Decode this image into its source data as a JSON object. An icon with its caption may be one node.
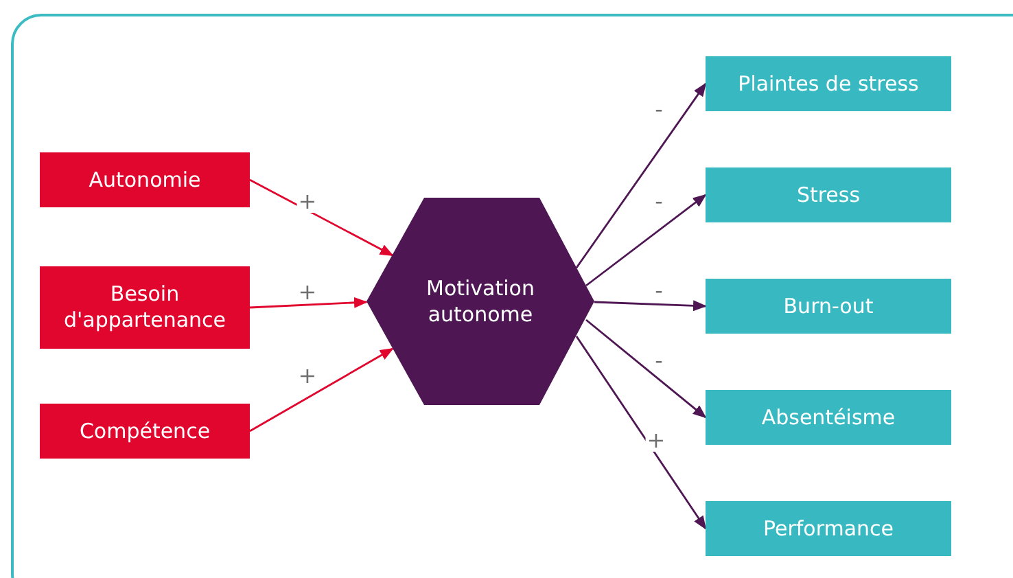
{
  "diagram": {
    "nodes": [
      {
        "text": [
          "Autonomie"
        ]
      },
      {
        "text": [
          "Besoin d'appartenance"
        ]
      },
      {
        "text": [
          "Compétence"
        ]
      },
      {
        "text": [
          "Motivation autonome"
        ]
      },
      {
        "text": [
          "Plaintes de stress"
        ]
      },
      {
        "text": [
          "Stress"
        ]
      },
      {
        "text": [
          "Burn-out"
        ]
      },
      {
        "text": [
          "Absentéisme"
        ]
      },
      {
        "text": [
          "Performance"
        ]
      }
    ],
    "edges": [
      {
        "from": 0,
        "to": 3,
        "arrow": "to",
        "label": "+",
        "color": "#e0062e"
      },
      {
        "from": 1,
        "to": 3,
        "arrow": "to",
        "label": "+",
        "color": "#e0062e"
      },
      {
        "from": 2,
        "to": 3,
        "arrow": "to",
        "label": "+",
        "color": "#e0062e"
      },
      {
        "from": 3,
        "to": 4,
        "arrow": "to",
        "label": "-"
      },
      {
        "from": 3,
        "to": 5,
        "arrow": "to",
        "label": "-"
      },
      {
        "from": 3,
        "to": 6,
        "arrow": "to",
        "label": "-"
      },
      {
        "from": 3,
        "to": 7,
        "arrow": "to",
        "label": "-"
      },
      {
        "from": 3,
        "to": 8,
        "arrow": "to",
        "label": "+"
      }
    ]
  }
}
